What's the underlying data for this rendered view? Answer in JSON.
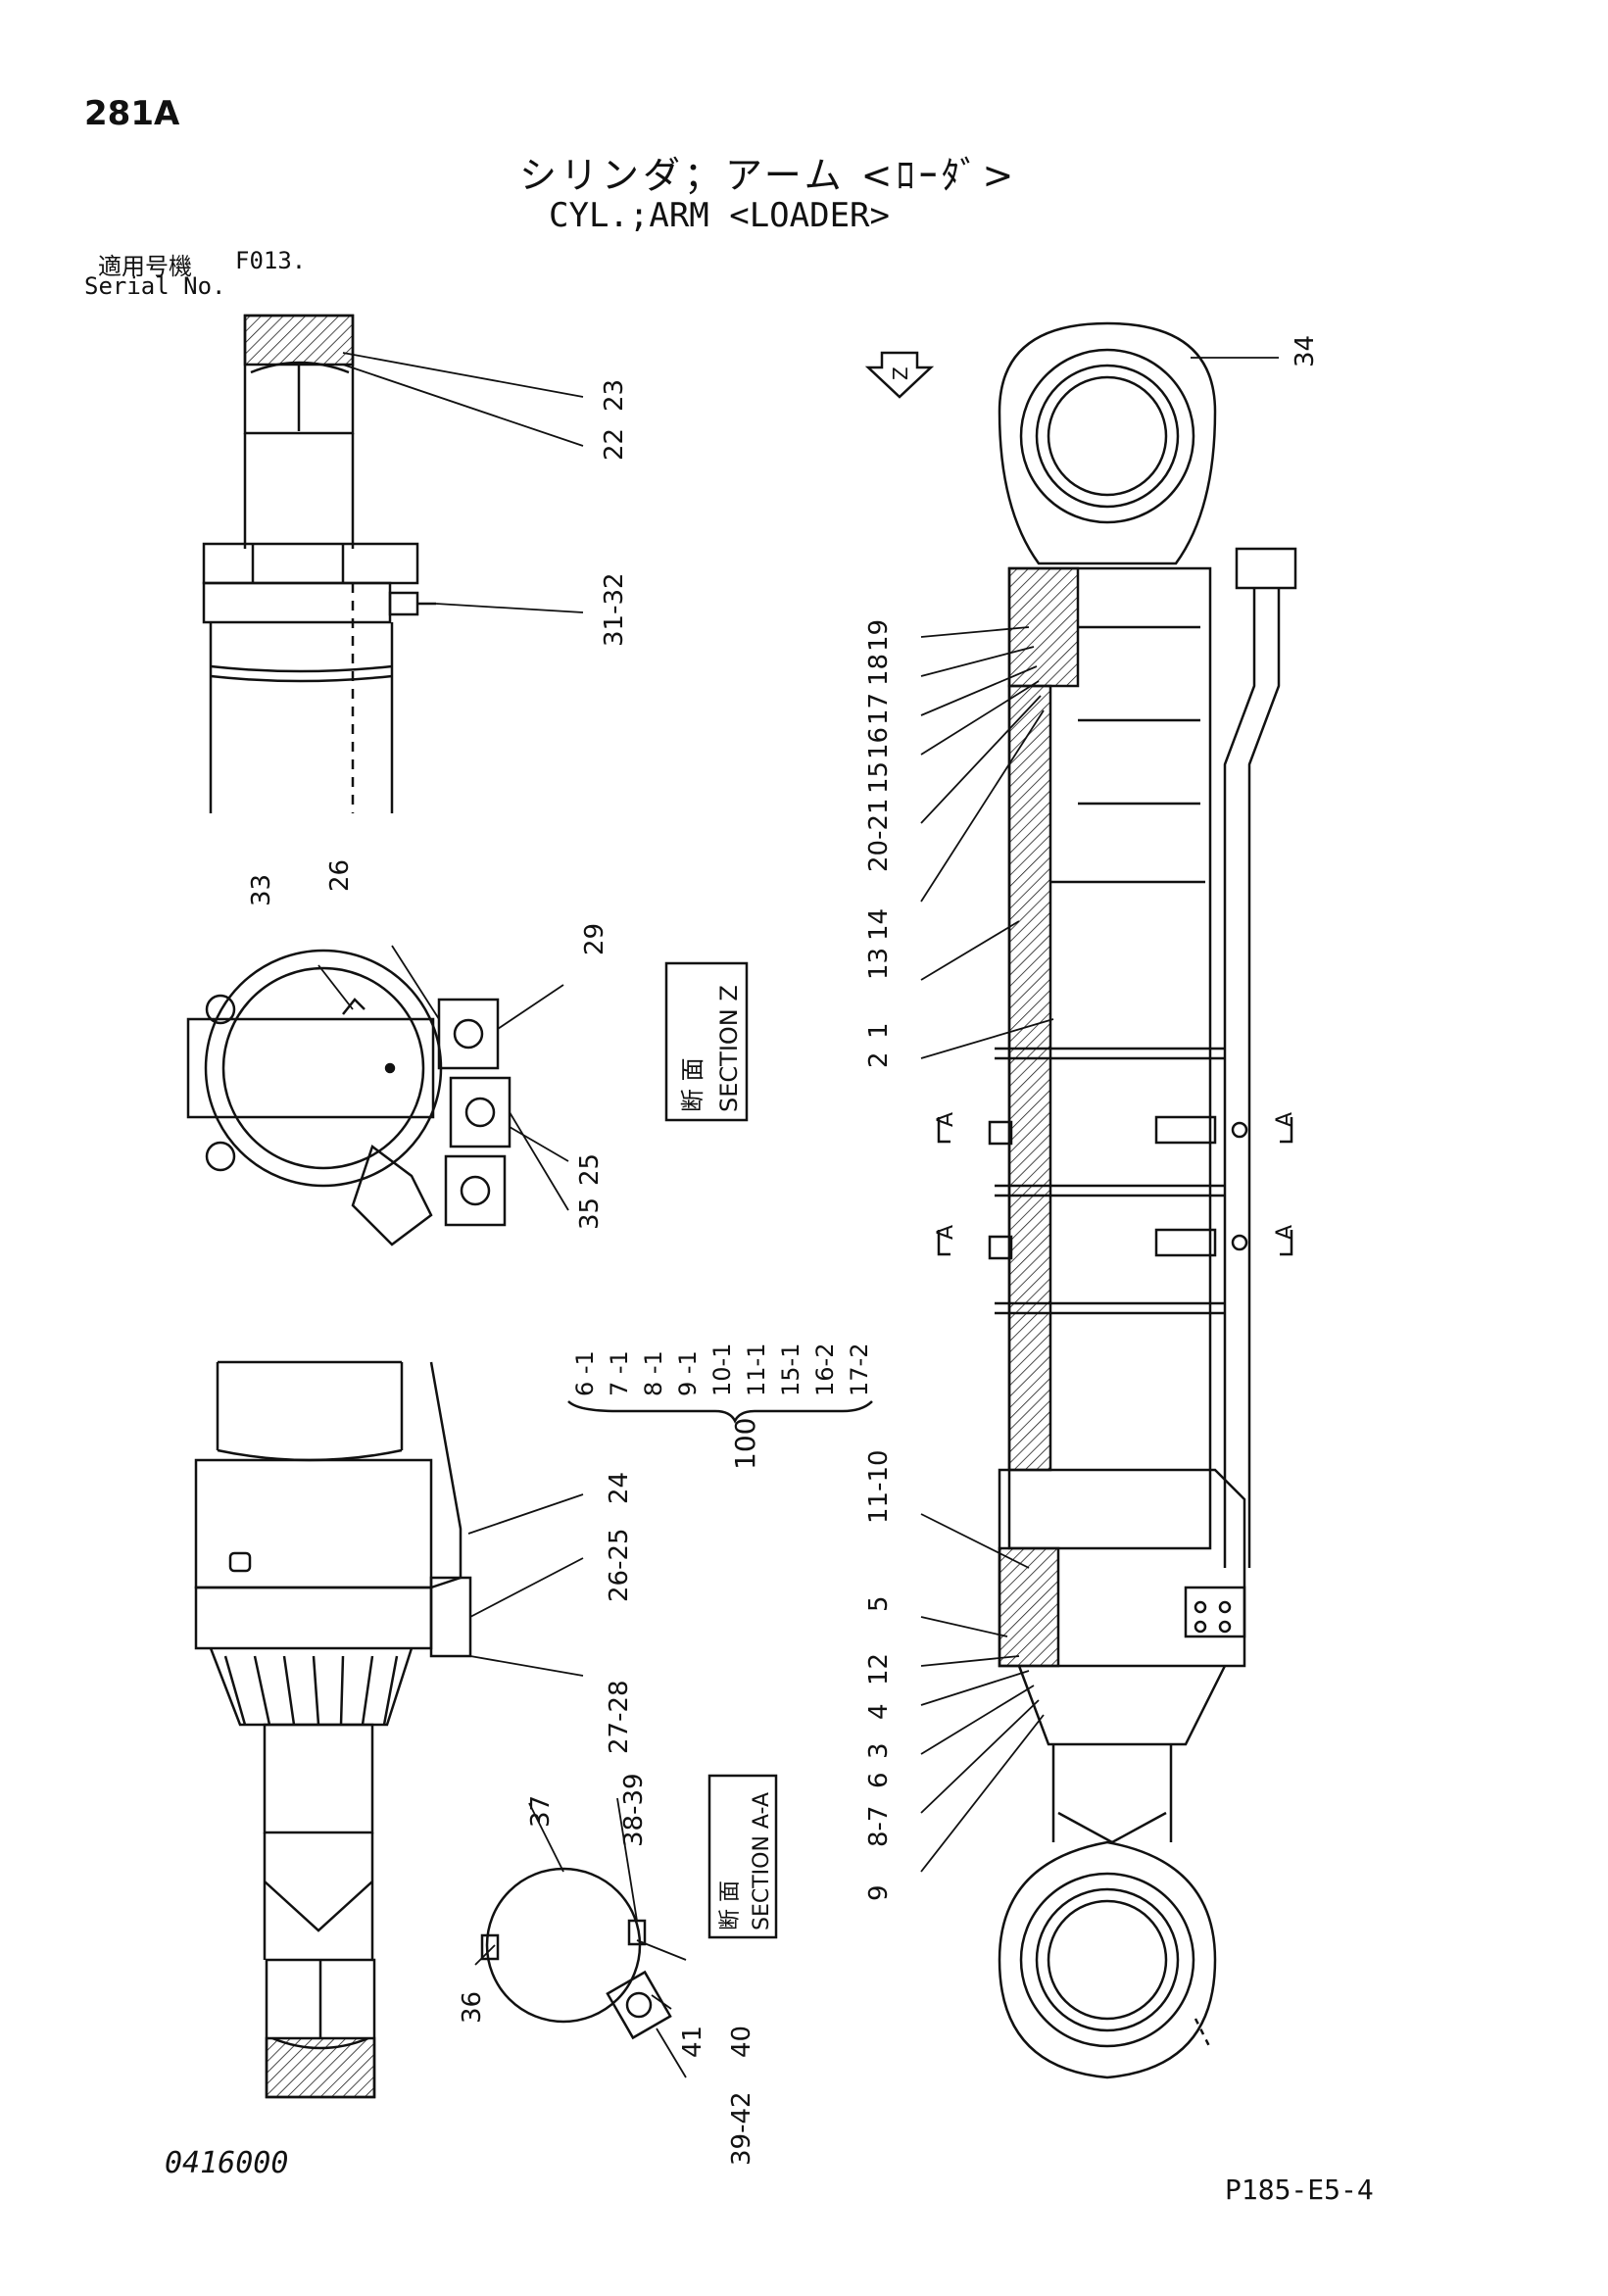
{
  "header": {
    "page_number": "281A",
    "title_jp": "シリンダ；アーム <ﾛｰﾀﾞ>",
    "title_en": "CYL.;ARM <LOADER>",
    "model_label": "適用号機",
    "model_value": "F013.",
    "serial_label": "Serial No."
  },
  "footer": {
    "doc_code": "0416000",
    "page_ref": "P185-E5-4"
  },
  "section_labels": {
    "z_jp": "断 面",
    "z_en": "SECTION Z",
    "aa_jp": "断 面",
    "aa_en": "SECTION A-A",
    "view_z": "Z",
    "cut_a": "A"
  },
  "callouts": {
    "top_view": [
      "23",
      "22",
      "31-32"
    ],
    "section_z": [
      "33",
      "26",
      "29",
      "25",
      "35"
    ],
    "side_view": [
      "24",
      "26-25",
      "27-28"
    ],
    "section_aa": [
      "37",
      "38-39",
      "36",
      "41",
      "40",
      "39-42"
    ],
    "main_body": [
      "34",
      "18",
      "19",
      "16",
      "17",
      "15",
      "20-21",
      "13",
      "14",
      "1",
      "2",
      "11-10",
      "5",
      "12",
      "4",
      "3",
      "6",
      "8-7",
      "9"
    ]
  },
  "kit_100": {
    "label": "100",
    "items": [
      "6 -1",
      "7 -1",
      "8 -1",
      "9 -1",
      "10-1",
      "11-1",
      "15-1",
      "16-2",
      "17-2"
    ]
  }
}
